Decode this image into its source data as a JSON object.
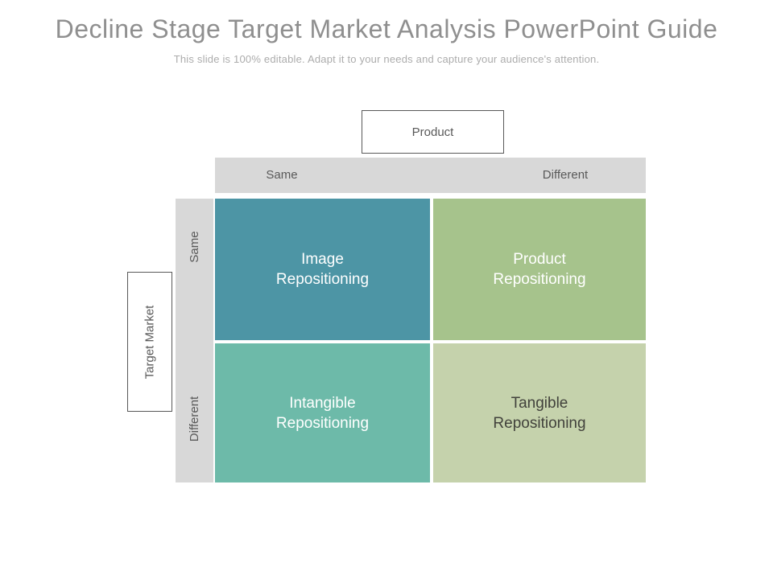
{
  "slide": {
    "title": "Decline Stage Target Market Analysis PowerPoint Guide",
    "subtitle": "This slide is 100% editable. Adapt it to your needs and capture your audience's attention."
  },
  "matrix": {
    "top_axis_label": "Product",
    "left_axis_label": "Target Market",
    "column_headers": {
      "left": "Same",
      "right": "Different"
    },
    "row_headers": {
      "top": "Same",
      "bottom": "Different"
    },
    "quadrants": {
      "top_left": {
        "label": "Image\nRepositioning",
        "bg": "#4d95a5",
        "fg": "#ffffff"
      },
      "top_right": {
        "label": "Product\nRepositioning",
        "bg": "#a6c38c",
        "fg": "#ffffff"
      },
      "bottom_left": {
        "label": "Intangible\nRepositioning",
        "bg": "#6dbaa9",
        "fg": "#ffffff"
      },
      "bottom_right": {
        "label": "Tangible\nRepositioning",
        "bg": "#c5d2ac",
        "fg": "#42423c"
      }
    }
  },
  "colors": {
    "header_bar_bg": "#d8d8d8",
    "axis_box_border": "#595959",
    "header_text": "#595959",
    "title_text": "#8f8f8f",
    "subtitle_text": "#acacac",
    "slide_bg": "#ffffff"
  }
}
